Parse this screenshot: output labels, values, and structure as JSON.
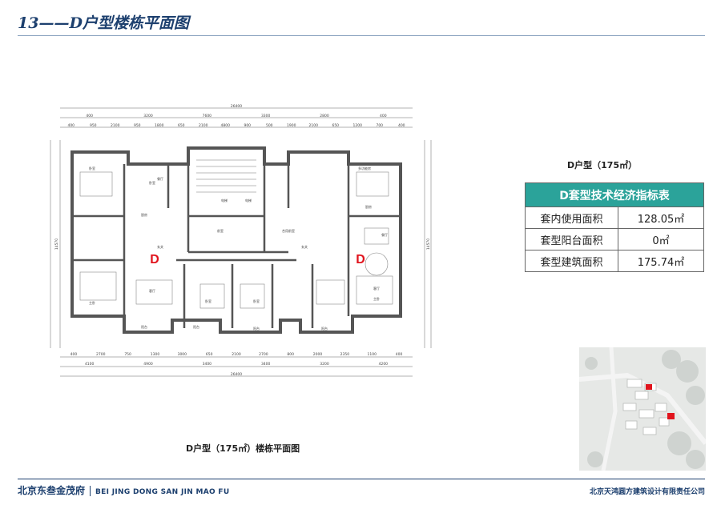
{
  "header": {
    "title": "13——D户型楼栋平面图"
  },
  "plan": {
    "caption": "D户型（175㎡）楼栋平面图",
    "unit_labels": [
      "D",
      "D"
    ],
    "dim_top_total": "26400",
    "dim_top_row1": [
      "400",
      "3200",
      "7600",
      "3300",
      "2800",
      "400"
    ],
    "dim_top_row2": [
      "400",
      "950",
      "2100",
      "950",
      "1800",
      "650",
      "2100",
      "4800",
      "900",
      "500",
      "1900",
      "2100",
      "650",
      "1200",
      "700",
      "400"
    ],
    "dim_bottom_row1": [
      "400",
      "2700",
      "750",
      "1300",
      "3000",
      "650",
      "2100",
      "2700",
      "800",
      "2000",
      "2350",
      "1100",
      "400"
    ],
    "dim_bottom_row2": [
      "4100",
      "4900",
      "3400",
      "3400",
      "3200",
      "4200"
    ],
    "dim_bottom_total": "26400",
    "dim_side": [
      "14570",
      "14570"
    ],
    "rooms": [
      "卧室",
      "卧室",
      "主卧",
      "主卧",
      "卧室",
      "卧室",
      "厨房",
      "厨房",
      "餐厅",
      "餐厅",
      "客厅",
      "客厅",
      "玄关",
      "玄关",
      "阳台",
      "阳台",
      "阳台",
      "阳台",
      "合用前室",
      "前室",
      "电梯",
      "电梯",
      "多功能房"
    ]
  },
  "unit_info": {
    "heading": "D户型（175㎡）",
    "table_title": "D套型技术经济指标表",
    "rows": [
      {
        "label": "套内使用面积",
        "value": "128.05㎡"
      },
      {
        "label": "套型阳台面积",
        "value": "0㎡"
      },
      {
        "label": "套型建筑面积",
        "value": "175.74㎡"
      }
    ]
  },
  "footer": {
    "project_cn": "北京东叁金茂府",
    "project_en": "BEI JING DONG SAN JIN MAO FU",
    "company": "北京天鸿圆方建筑设计有限责任公司"
  },
  "colors": {
    "accent": "#2ba39a",
    "brand": "#1c3f6e",
    "unit_label": "#e1141d",
    "highlight": "#e1141d"
  }
}
